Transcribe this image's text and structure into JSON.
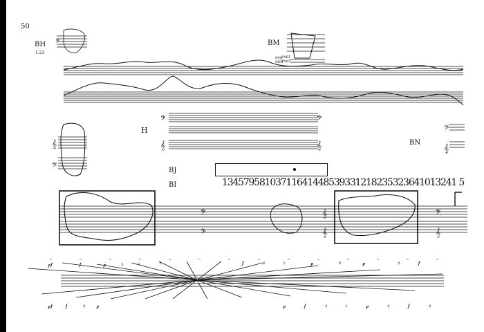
{
  "page": {
    "number": "50"
  },
  "labels": {
    "bh": "BH",
    "bh_sub": "1:23",
    "bm": "BM",
    "bm_sub1": "MAJ",
    "bm_sub2": "MIN",
    "bm_sub3": "PART",
    "bm_sub4": "PART",
    "h": "H",
    "bn": "BN",
    "bj": "BJ",
    "bi": "BI"
  },
  "number_sequence": "13457958103711641448539331218235323641013241 5"
}
